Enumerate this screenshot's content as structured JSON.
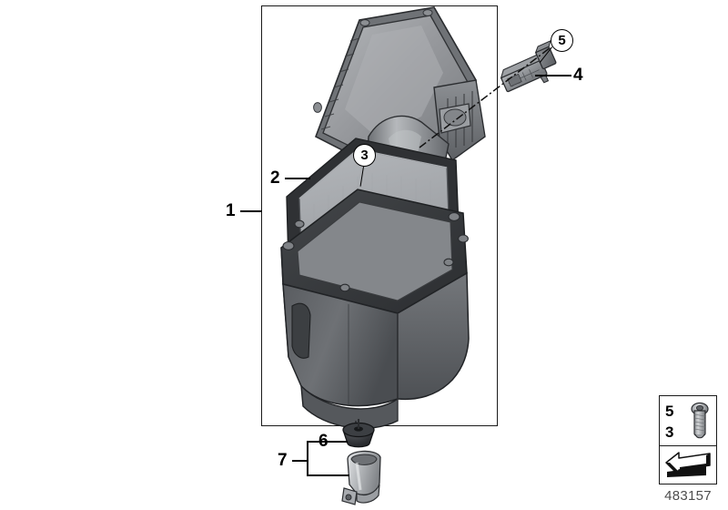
{
  "diagram": {
    "id_number": "483157",
    "frame": {
      "name": "assembly-group-frame"
    }
  },
  "callouts": [
    {
      "key": "c1",
      "label": "1",
      "target": "intake-silencer-assembly",
      "style": "plain"
    },
    {
      "key": "c2",
      "label": "2",
      "target": "air-filter-element",
      "style": "plain"
    },
    {
      "key": "c3",
      "label": "3",
      "target": "housing-cover-screw",
      "style": "circled"
    },
    {
      "key": "c4",
      "label": "4",
      "target": "mass-air-flow-sensor",
      "style": "plain"
    },
    {
      "key": "c5",
      "label": "5",
      "target": "sensor-mounting-screw",
      "style": "circled"
    },
    {
      "key": "c6",
      "label": "6",
      "target": "rubber-grommet-mount",
      "style": "plain"
    },
    {
      "key": "c7",
      "label": "7",
      "target": "holder-bracket-set",
      "style": "plain"
    }
  ],
  "legend": {
    "top_number": "5",
    "bottom_number": "3",
    "screw_icon": "torx-screw-icon",
    "direction_icon": "block-arrow-icon"
  },
  "colors": {
    "outline": "#1a1a1a",
    "housing_dark": "#4b4d50",
    "housing_mid": "#7e8184",
    "housing_light": "#b9bcbe",
    "filter_face": "#a9acb0",
    "metal_light": "#d6d8da",
    "grommet_dark": "#2e3033",
    "id_text": "#4d4d4d"
  }
}
